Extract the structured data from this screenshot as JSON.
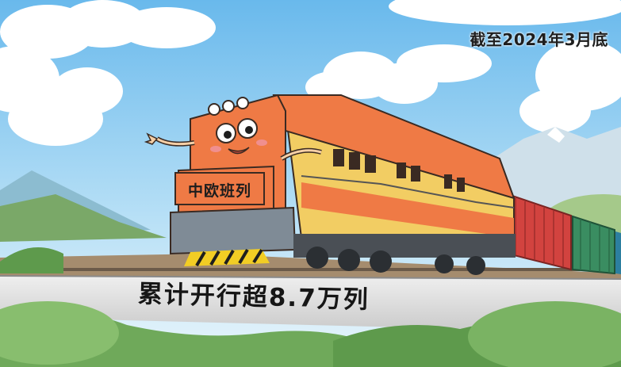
{
  "illustration": {
    "date_note": "截至2024年3月底",
    "locomotive_plate": "中欧班列",
    "headline": "累计开行超8.7万列"
  },
  "colors": {
    "sky": "#7cc3ee",
    "locomotive_orange": "#ef7a45",
    "locomotive_yellow": "#f2cd63",
    "wagon_red": "#d2433f",
    "wagon_green": "#3a8d61",
    "grass": "#6fa95a"
  }
}
